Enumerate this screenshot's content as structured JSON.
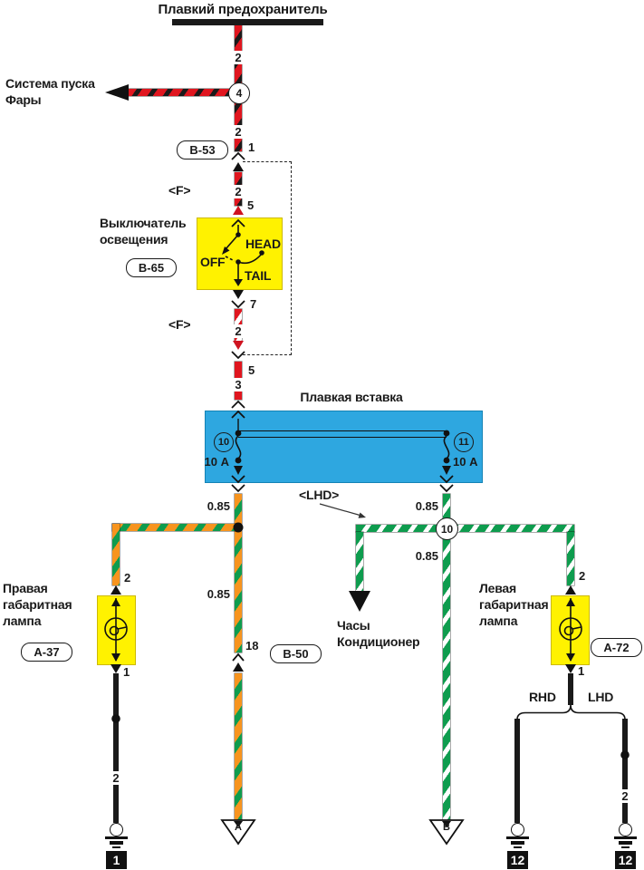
{
  "colors": {
    "wire_red": "#E0161F",
    "wire_black": "#1A1A1A",
    "wire_green": "#0E9C4E",
    "wire_orange": "#F7941E",
    "box_blue": "#2EA7E0",
    "box_yellow": "#FFF200"
  },
  "top": {
    "fuse_bus_title": "Плавкий предохранитель",
    "branch_dest_line1": "Система пуска",
    "branch_dest_line2": "Фары",
    "junction_id": "4",
    "gauge_above_junction": "2",
    "gauge_below_junction": "2"
  },
  "connector_b53": {
    "label": "B-53",
    "pin": "1"
  },
  "option_tag_upper": "<F>",
  "segment_to_switch": {
    "gauge": "2",
    "pin_in": "5"
  },
  "light_switch": {
    "title_line1": "Выключатель",
    "title_line2": "освещения",
    "connector": "B-65",
    "pos_off": "OFF",
    "pos_head": "HEAD",
    "pos_tail": "TAIL",
    "pin_out": "7"
  },
  "option_tag_lower": "<F>",
  "segment_to_link": {
    "gauge": "2",
    "joint_pin": "5",
    "gauge_after_joint": "3"
  },
  "fusible_link": {
    "title": "Плавкая вставка",
    "fuses": [
      {
        "id": "10",
        "rating": "10 А",
        "out_gauge": "0.85"
      },
      {
        "id": "11",
        "rating": "10 А",
        "out_gauge": "0.85"
      }
    ]
  },
  "center_run": {
    "gauge": "0.85",
    "pin": "18",
    "connector": "B-50",
    "dest_code": "A"
  },
  "lhd_branch": {
    "tag": "<LHD>",
    "junction_id": "10",
    "gauge_below": "0.85",
    "dest_line1": "Часы",
    "dest_line2": "Кондиционер",
    "dest_code": "B"
  },
  "right_marker_lamp": {
    "title_line1": "Правая",
    "title_line2": "габаритная",
    "title_line3": "лампа",
    "connector": "A-37",
    "pin_top": "2",
    "pin_bottom": "1",
    "ground_gauge": "2",
    "ground_id": "1"
  },
  "left_marker_lamp": {
    "title_line1": "Левая",
    "title_line2": "габаритная",
    "title_line3": "лампа",
    "connector": "A-72",
    "pin_top": "2",
    "pin_bottom": "1",
    "variant_rhd": "RHD",
    "variant_lhd": "LHD",
    "lhd_gauge": "2",
    "ground_id_rhd": "12",
    "ground_id_lhd": "12"
  }
}
